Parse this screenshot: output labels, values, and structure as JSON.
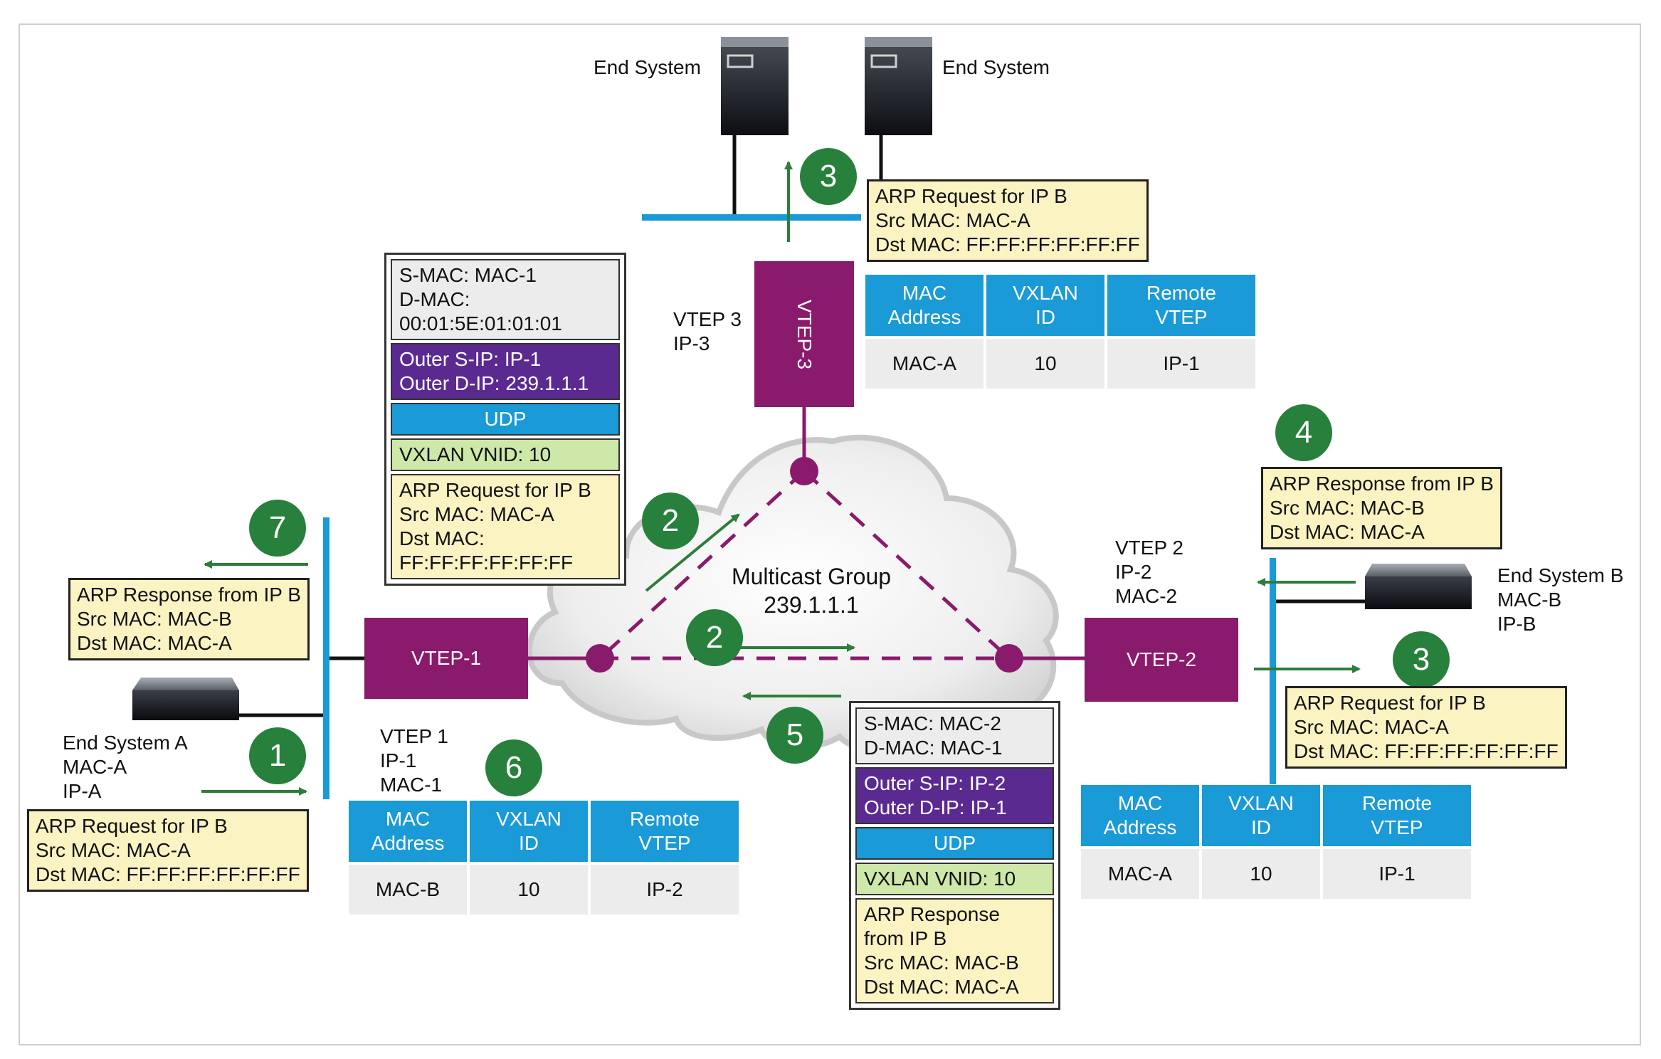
{
  "end_system_top_left": "End System",
  "end_system_top_right": "End System",
  "end_system_a": [
    "End System A",
    "MAC-A",
    "IP-A"
  ],
  "end_system_b": [
    "End System B",
    "MAC-B",
    "IP-B"
  ],
  "vtep1": {
    "box": "VTEP-1",
    "info": [
      "VTEP 1",
      "IP-1",
      "MAC-1"
    ]
  },
  "vtep2": {
    "box": "VTEP-2",
    "info": [
      "VTEP 2",
      "IP-2",
      "MAC-2"
    ]
  },
  "vtep3": {
    "box": "VTEP-3",
    "info": [
      "VTEP 3",
      "IP-3"
    ]
  },
  "cloud": {
    "line1": "Multicast Group",
    "line2": "239.1.1.1"
  },
  "steps": {
    "s1": "1",
    "s2a": "2",
    "s2b": "2",
    "s3a": "3",
    "s3b": "3",
    "s4": "4",
    "s5": "5",
    "s6": "6",
    "s7": "7"
  },
  "notes": {
    "arp_req_a": [
      "ARP Request  for IP B",
      "Src MAC: MAC-A",
      "Dst MAC: FF:FF:FF:FF:FF:FF"
    ],
    "arp_req_top": [
      "ARP Request  for IP B",
      "Src MAC: MAC-A",
      "Dst MAC: FF:FF:FF:FF:FF:FF"
    ],
    "arp_req_right": [
      "ARP Request  for IP B",
      "Src MAC: MAC-A",
      "Dst MAC: FF:FF:FF:FF:FF:FF"
    ],
    "arp_resp_right": [
      "ARP Response from IP B",
      "Src MAC: MAC-B",
      "Dst MAC: MAC-A"
    ],
    "arp_resp_left": [
      "ARP Response from IP B",
      "Src MAC: MAC-B",
      "Dst MAC: MAC-A"
    ]
  },
  "packet_left": {
    "smac": [
      "S-MAC: MAC-1",
      "D-MAC:",
      "00:01:5E:01:01:01"
    ],
    "outer": [
      "Outer S-IP: IP-1",
      "Outer D-IP:  239.1.1.1"
    ],
    "udp": "UDP",
    "vnid": "VXLAN VNID: 10",
    "arp": [
      "ARP Request  for IP B",
      "Src MAC: MAC-A",
      "Dst MAC:",
      "FF:FF:FF:FF:FF:FF"
    ]
  },
  "packet_bottom": {
    "smac": [
      "S-MAC: MAC-2",
      "D-MAC: MAC-1"
    ],
    "outer": [
      "Outer S-IP: IP-2",
      "Outer D-IP:  IP-1"
    ],
    "udp": "UDP",
    "vnid": "VXLAN VNID: 10",
    "arp": [
      "ARP Response",
      "from IP B",
      "Src MAC: MAC-B",
      "Dst MAC: MAC-A"
    ]
  },
  "table_headers": [
    "MAC\nAddress",
    "VXLAN\nID",
    "Remote\nVTEP"
  ],
  "table_vtep3": [
    "MAC-A",
    "10",
    "IP-1"
  ],
  "table_vtep1": [
    "MAC-B",
    "10",
    "IP-2"
  ],
  "table_vtep2": [
    "MAC-A",
    "10",
    "IP-1"
  ],
  "colors": {
    "vtep": "#8a1a6c",
    "segment": "#1a9ad6",
    "badge": "#27803c",
    "arrow": "#2e7d3a",
    "note": "#fbf3c2",
    "outer": "#5b2a91",
    "vnid": "#cde8a8"
  }
}
